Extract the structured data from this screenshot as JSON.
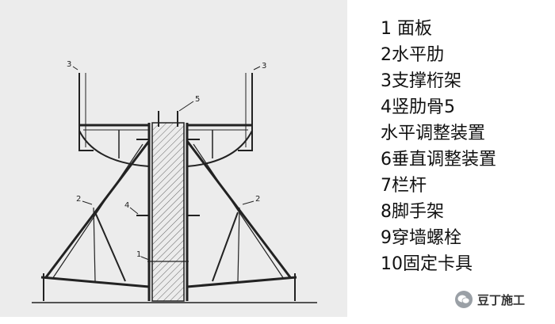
{
  "legend": {
    "lines": [
      "1 面板",
      "2水平肋",
      "3支撑桁架",
      "4竖肋骨5",
      "水平调整装置",
      "6垂直调整装置",
      "7栏杆",
      "8脚手架",
      "9穿墙螺栓",
      "10固定卡具"
    ]
  },
  "diagram": {
    "labels": {
      "l3_left": "3",
      "l3_right": "3",
      "l5": "5",
      "l2_left": "2",
      "l2_right": "2",
      "l4": "4",
      "l1": "1"
    }
  },
  "watermark": {
    "text": "豆丁施工",
    "icon": "wechat-icon"
  }
}
